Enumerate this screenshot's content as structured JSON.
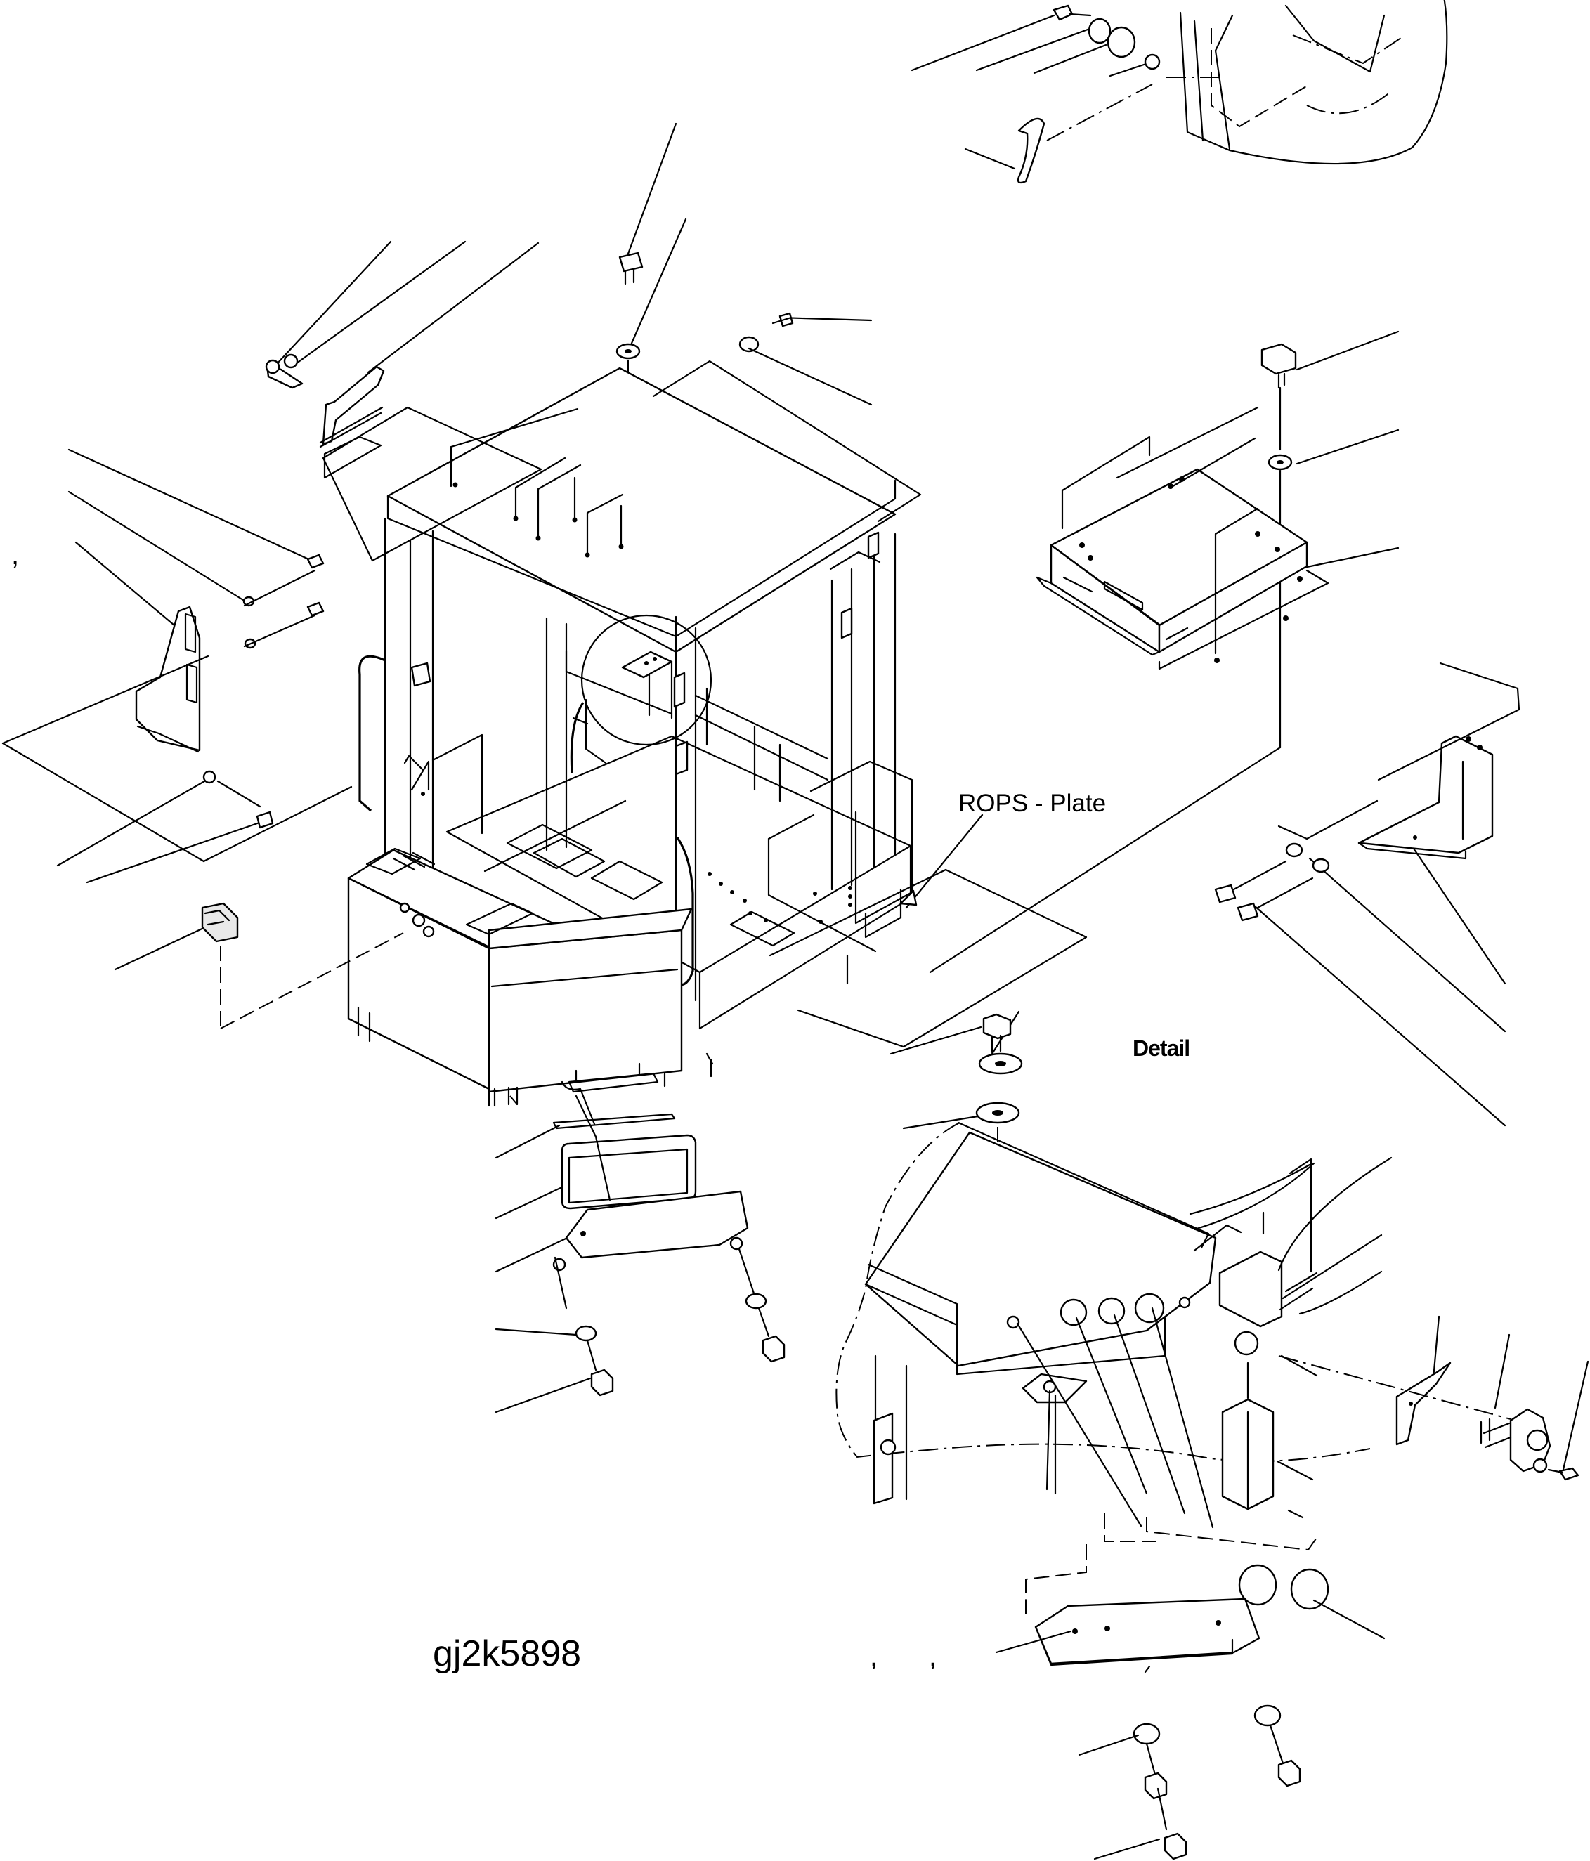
{
  "labels": {
    "rops_plate": "ROPS - Plate",
    "detail": "Detail",
    "drawing_id": "gj2k5898"
  },
  "stray_marks": [
    ",",
    ",",
    ","
  ],
  "colors": {
    "line": "#000000",
    "background": "#ffffff"
  }
}
